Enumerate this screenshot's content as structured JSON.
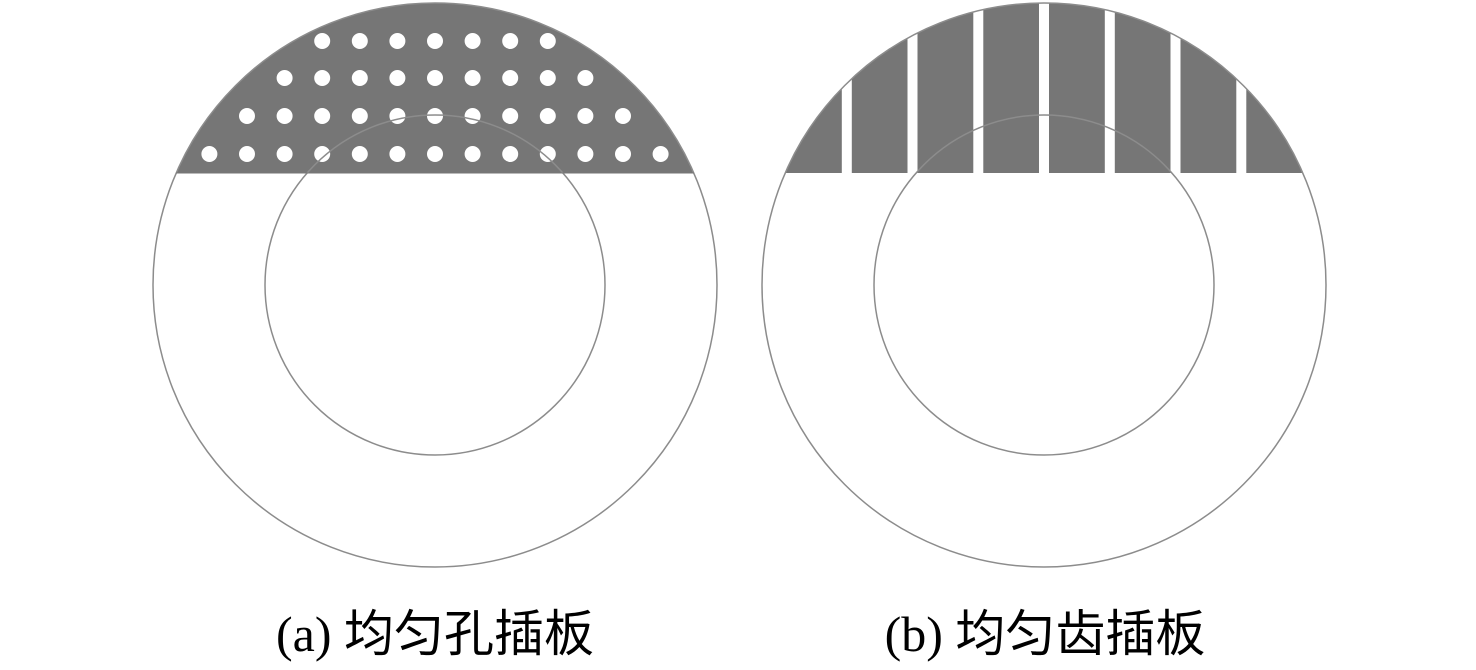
{
  "colors": {
    "plate_fill": "#767676",
    "outline": "#8c8c8c",
    "hole": "#ffffff",
    "background": "#ffffff"
  },
  "panels": [
    {
      "id": "a",
      "caption": "(a) 均匀孔插板",
      "plate_type": "perforated",
      "hole_rows": [
        7,
        9,
        11,
        13
      ]
    },
    {
      "id": "b",
      "caption": "(b) 均匀齿插板",
      "plate_type": "toothed",
      "teeth_count": 8
    }
  ]
}
